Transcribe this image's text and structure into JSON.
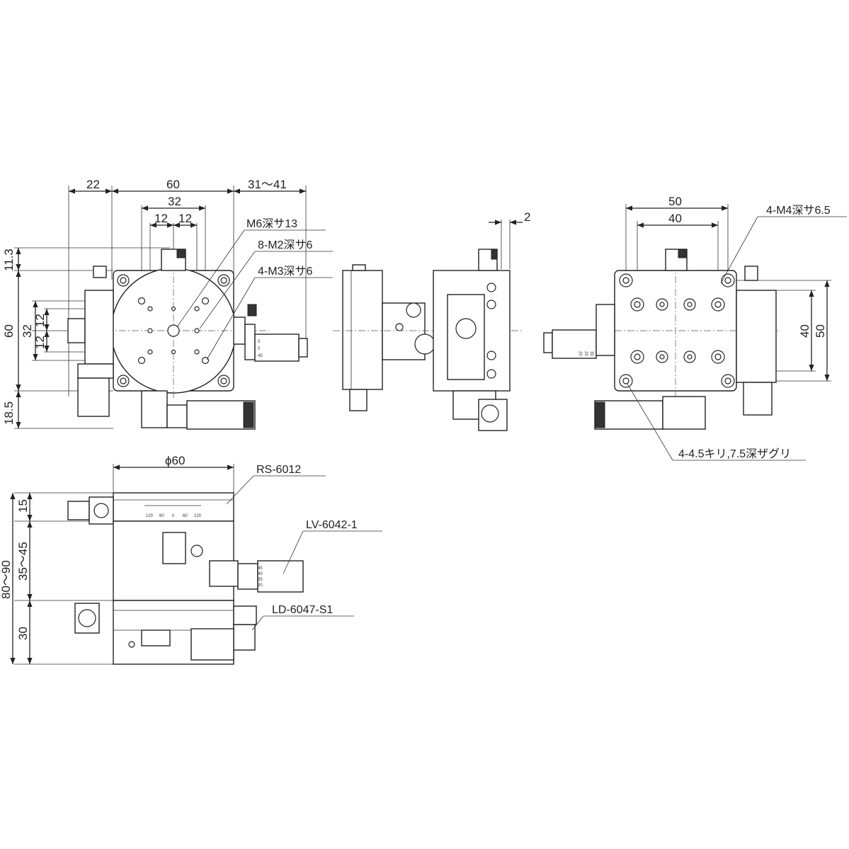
{
  "top_view": {
    "dims": {
      "d22": "22",
      "d60": "60",
      "d31_41": "31～41",
      "d32": "32",
      "d12a": "12",
      "d12b": "12",
      "v11_3": "11.3",
      "v60": "60",
      "v32": "32",
      "v12a": "12",
      "v12b": "12",
      "v18_5": "18.5"
    },
    "notes": {
      "m6": "M6深サ13",
      "m2": "8-M2深サ6",
      "m3": "4-M3深サ6"
    },
    "micrometer_ticks": [
      "5",
      "0",
      "45"
    ]
  },
  "side_view": {
    "dims": {
      "d2": "2"
    }
  },
  "bottom_view": {
    "dims": {
      "d50": "50",
      "d40": "40",
      "v40": "40",
      "v50": "50"
    },
    "notes": {
      "m4": "4-M4深サ6.5",
      "holes": "4-4.5キリ,7.5深ザグリ"
    },
    "micrometer_ticks": [
      "30",
      "25",
      "20"
    ]
  },
  "front_view": {
    "dims": {
      "phi60": "ϕ60",
      "v15": "15",
      "v35_45": "35～45",
      "v80_90": "80～90",
      "v30": "30"
    },
    "parts": {
      "rs": "RS-6012",
      "lv": "LV-6042-1",
      "ld": "LD-6047-S1"
    },
    "scale_ticks": [
      "120",
      "60",
      "0",
      "60",
      "120"
    ],
    "micrometer_ticks": [
      "45",
      "40",
      "35",
      "30"
    ]
  }
}
